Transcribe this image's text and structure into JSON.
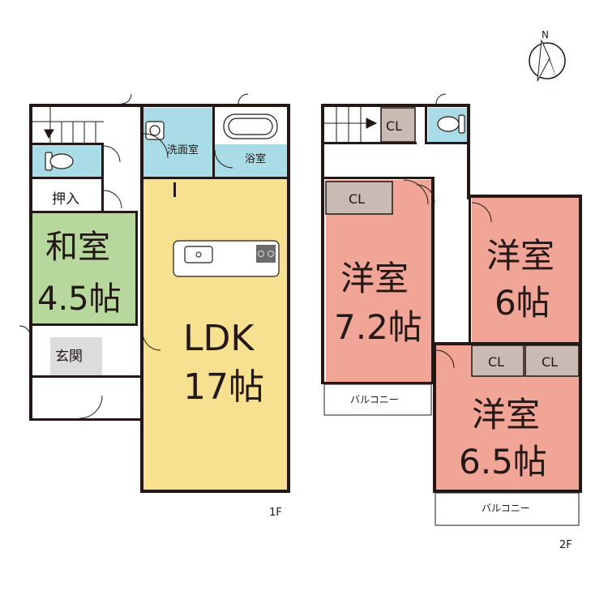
{
  "compass": {
    "north": "N"
  },
  "floor1": {
    "label": "1F",
    "rooms": {
      "washroom": "洗面室",
      "bath": "浴室",
      "closet": "押入",
      "japanese_name": "和室",
      "japanese_size": "4.5帖",
      "entrance": "玄関",
      "ldk_name": "LDK",
      "ldk_size": "17帖"
    }
  },
  "floor2": {
    "label": "2F",
    "rooms": {
      "cl_stair": "CL",
      "cl_room1": "CL",
      "cl_room3a": "CL",
      "cl_room3b": "CL",
      "room1_name": "洋室",
      "room1_size": "7.2帖",
      "room2_name": "洋室",
      "room2_size": "6帖",
      "room3_name": "洋室",
      "room3_size": "6.5帖",
      "balcony1": "バルコニー",
      "balcony2": "バルコニー"
    }
  },
  "colors": {
    "wall": "#231815",
    "ldk": "#f7e08f",
    "tatami": "#b6d89c",
    "western": "#f1a597",
    "wet": "#a9dce6",
    "entrance": "#dcdcdc",
    "closet": "#c9bbb3"
  }
}
